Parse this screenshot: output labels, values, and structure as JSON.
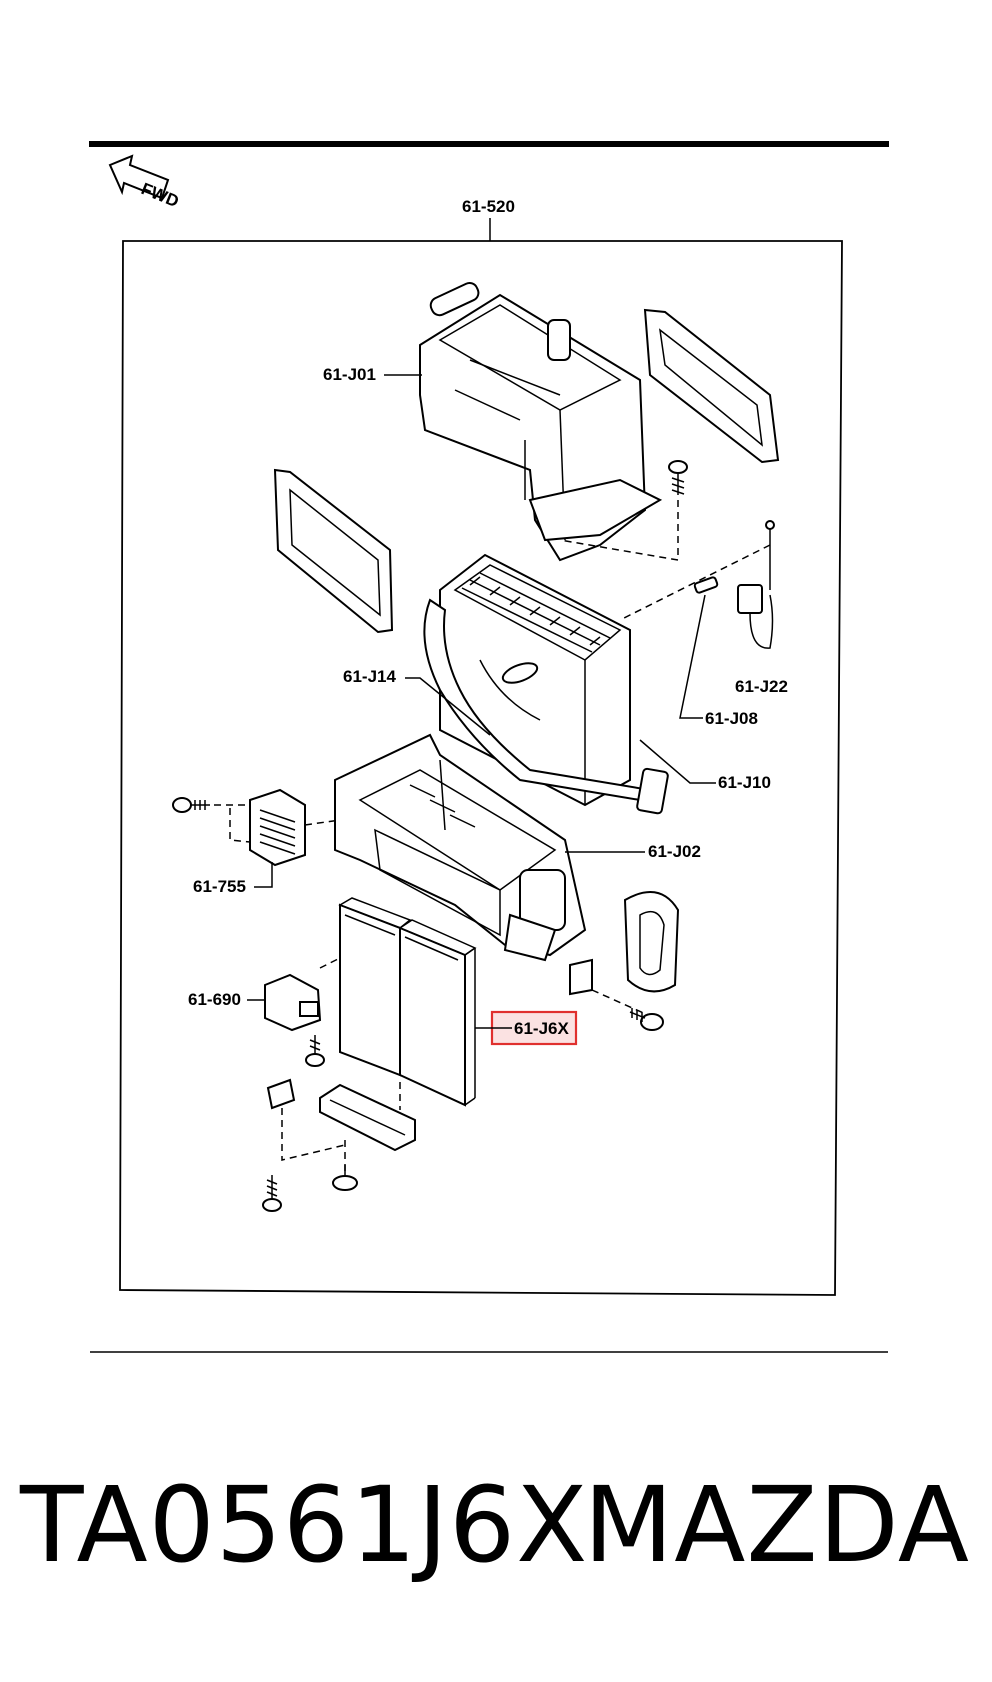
{
  "diagram": {
    "fwd_label": "FWD",
    "assembly_label": "61-520",
    "highlight_color": "#e0302e",
    "callouts": {
      "j01": "61-J01",
      "j14": "61-J14",
      "j22": "61-J22",
      "j08": "61-J08",
      "j10": "61-J10",
      "j02": "61-J02",
      "p755": "61-755",
      "p690": "61-690",
      "j6x": "61-J6X"
    },
    "highlighted_callout": "61-J6X"
  },
  "caption": {
    "part_number": "TA0561J6X",
    "brand": "MAZDA"
  }
}
